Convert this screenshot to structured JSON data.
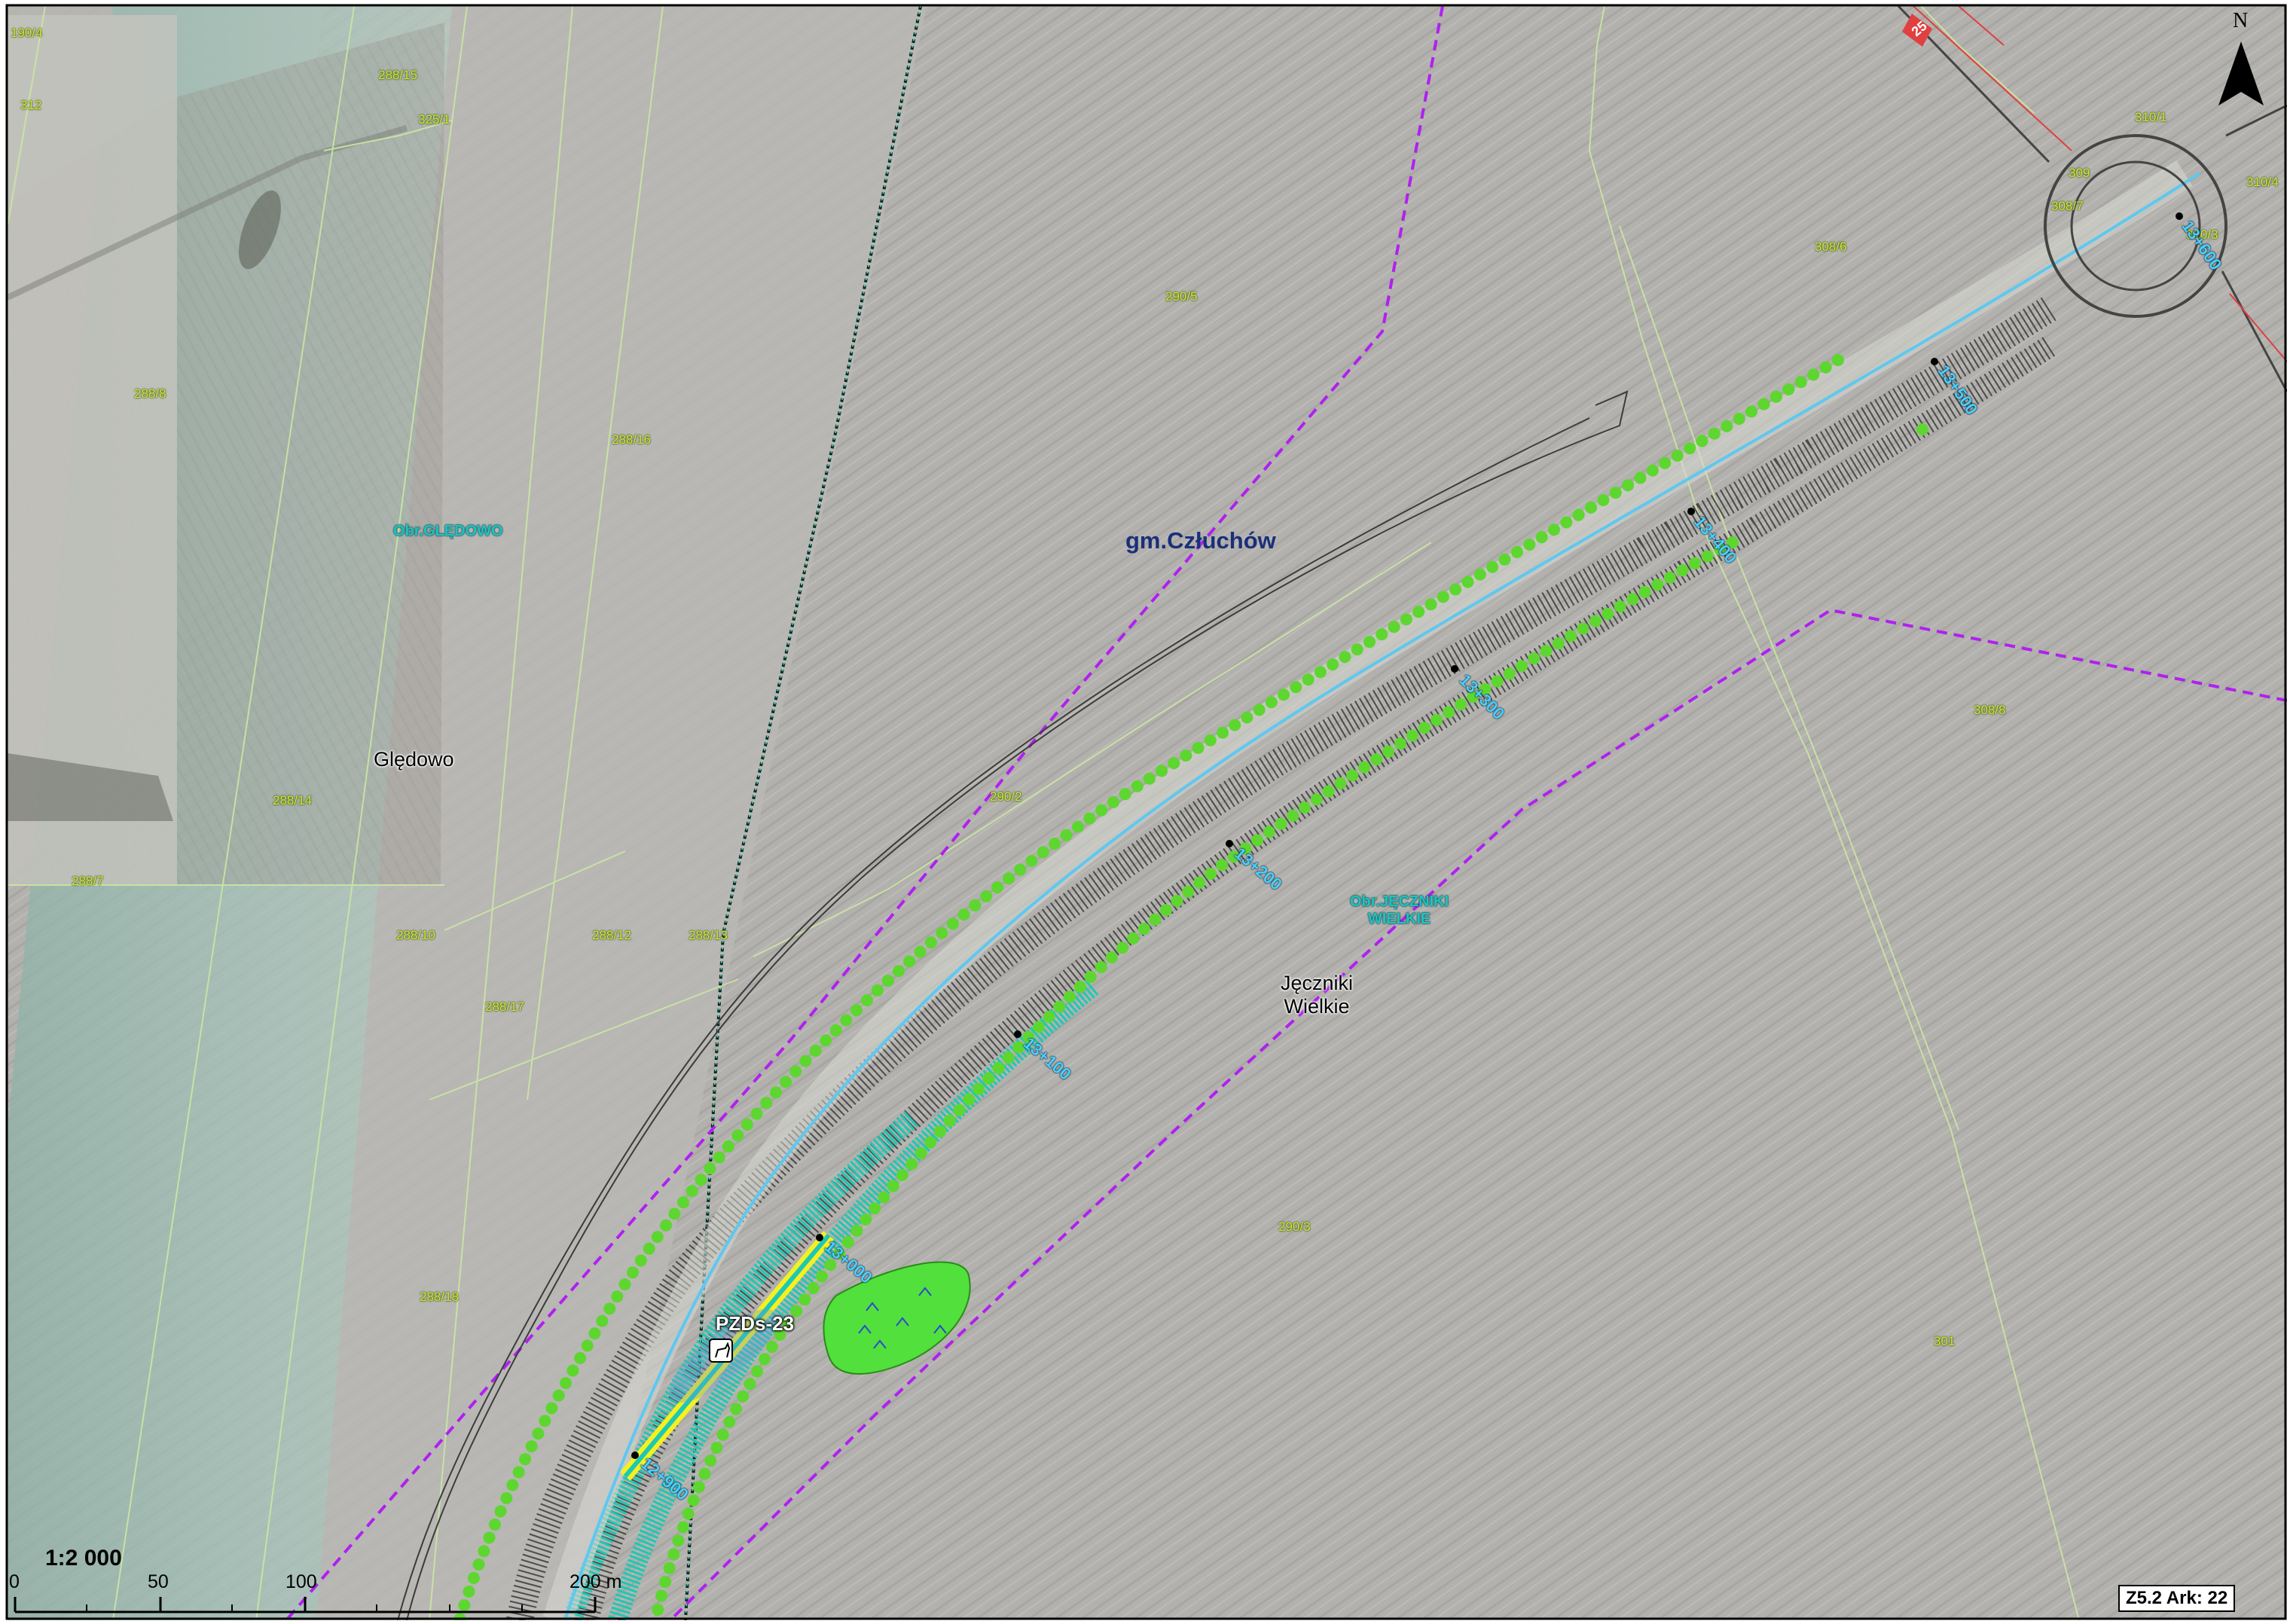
{
  "map": {
    "scale_label": "1:2 000",
    "scale_ticks": [
      "0",
      "50",
      "100",
      "200 m"
    ],
    "sheet_label": "Z5.2  Ark: 22",
    "north_label": "N",
    "road_label": "25"
  },
  "places": {
    "gledowo": "Ględowo",
    "jeczniki_1": "Jęczniki",
    "jeczniki_2": "Wielkie"
  },
  "precincts": {
    "gledowo": "Obr.GLĘDOWO",
    "jeczniki_1": "Obr.JĘCZNIKI",
    "jeczniki_2": "WIELKIE"
  },
  "gmina": "gm.Człuchów",
  "crossing": {
    "label": "PZDs-23",
    "icon": "deer-icon"
  },
  "chainage": [
    "12+900",
    "13+000",
    "13+100",
    "13+200",
    "13+300",
    "13+400",
    "13+500",
    "13+600"
  ],
  "parcels": [
    "190/4",
    "312",
    "288/15",
    "325/1",
    "288/8",
    "288/16",
    "288/14",
    "288/7",
    "288/10",
    "288/12",
    "288/13",
    "288/17",
    "288/18",
    "290/5",
    "290/2",
    "290/3",
    "301",
    "308/8",
    "308/6",
    "308/7",
    "309",
    "310/1",
    "310/3",
    "310/4"
  ],
  "colors": {
    "road_axis": "#5ec8f0",
    "boundary": "#b01aff",
    "hedge": "#6ee01a",
    "wildlife_strip": "#1ec8b4",
    "parcel_line": "#c9e89a",
    "precinct_boundary": "#0a7a6a"
  }
}
